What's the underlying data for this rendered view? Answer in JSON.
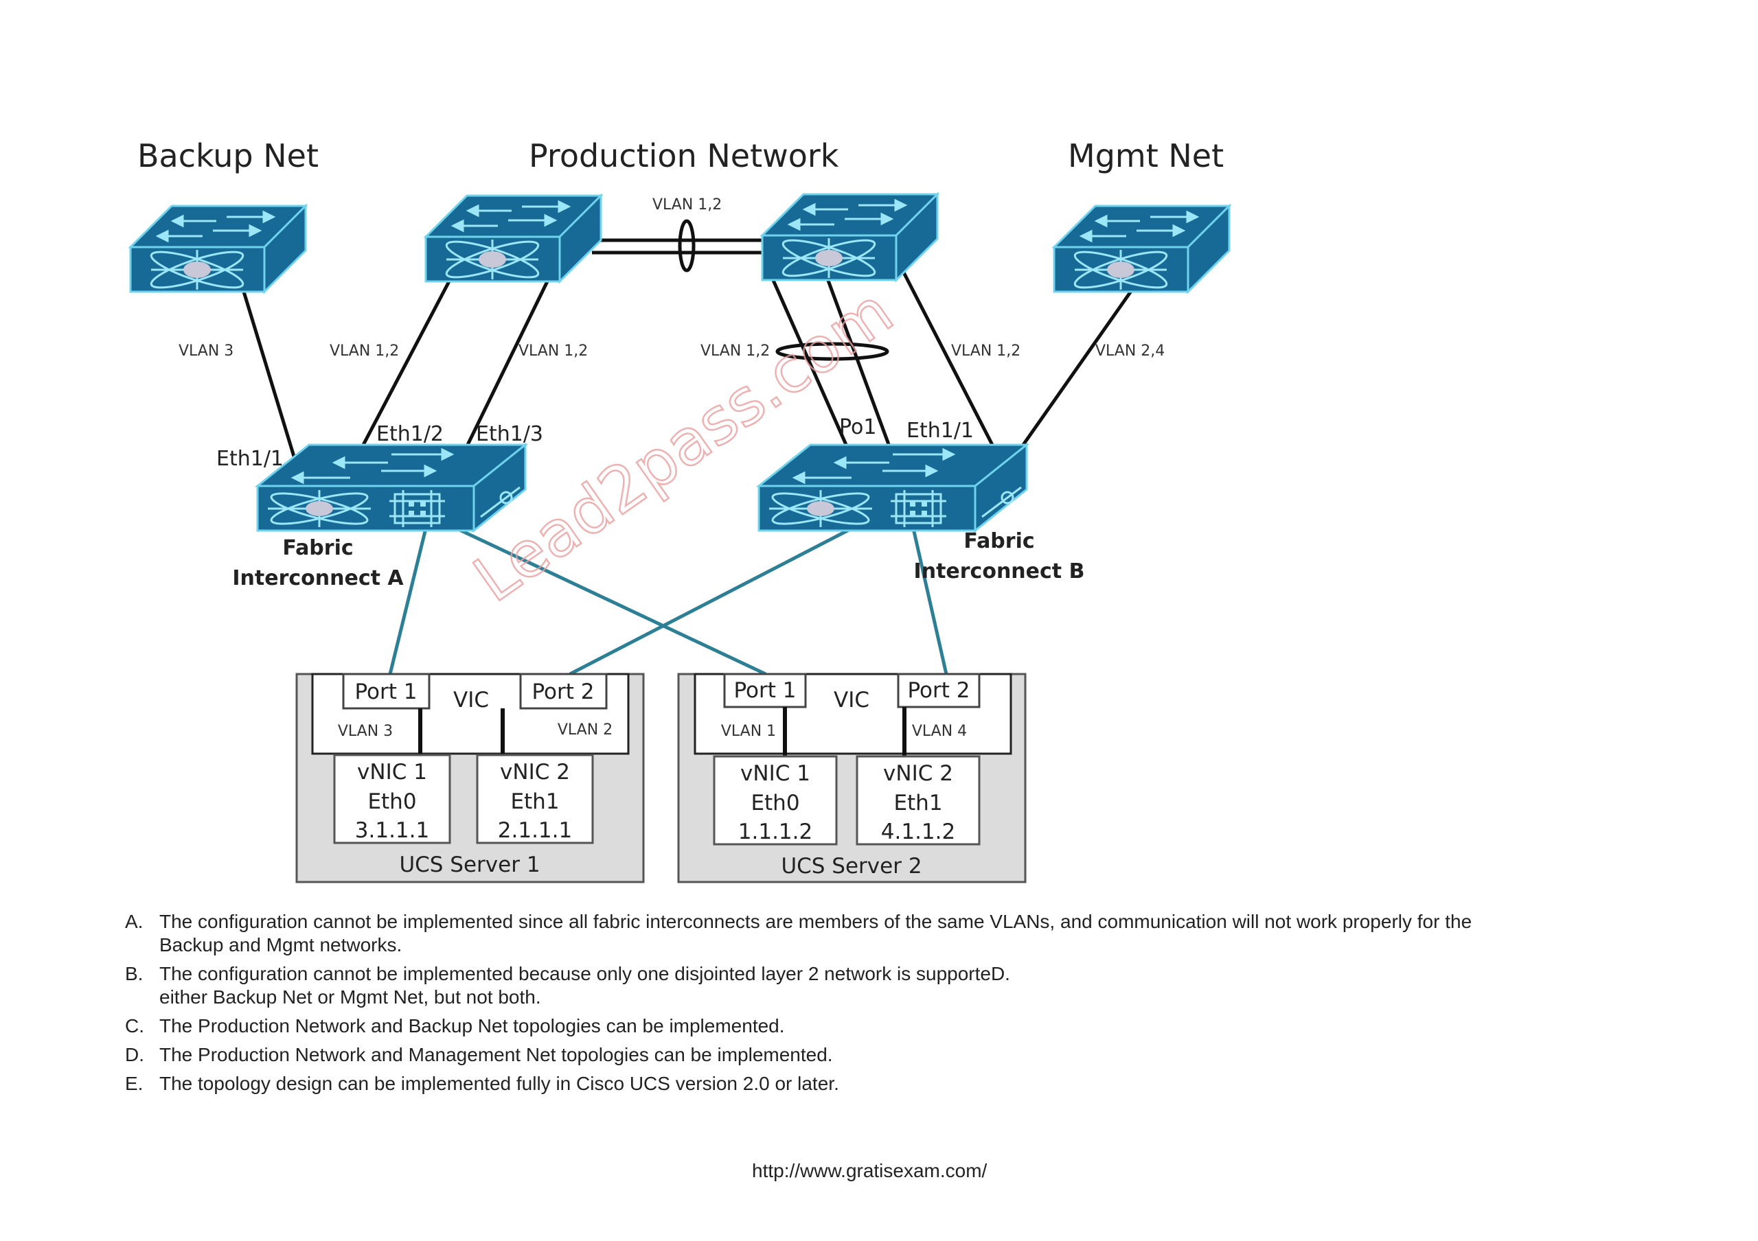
{
  "diagram": {
    "titles": {
      "backup": "Backup Net",
      "production": "Production Network",
      "mgmt": "Mgmt Net"
    },
    "links": {
      "upstream_trunk": "VLAN 1,2",
      "backup_to_fia": "VLAN 3",
      "prod1_to_fia_eth12": "VLAN 1,2",
      "prod1_to_fia_eth13": "VLAN 1,2",
      "prod2_to_fib_po1": "VLAN 1,2",
      "prod2_to_fib_eth11": "VLAN 1,2",
      "mgmt_to_fib": "VLAN 2,4"
    },
    "fabric_a": {
      "line1": "Fabric",
      "line2": "Interconnect A",
      "ports": [
        "Eth1/1",
        "Eth1/2",
        "Eth1/3"
      ]
    },
    "fabric_b": {
      "line1": "Fabric",
      "line2": "Interconnect B",
      "ports": [
        "Po1",
        "Eth1/1"
      ]
    },
    "servers": [
      {
        "name": "UCS Server 1",
        "vic": "VIC",
        "port1": "Port 1",
        "port2": "Port 2",
        "vlan_left": "VLAN 3",
        "vlan_right": "VLAN 2",
        "vnic1": {
          "name": "vNIC 1",
          "iface": "Eth0",
          "ip": "3.1.1.1"
        },
        "vnic2": {
          "name": "vNIC 2",
          "iface": "Eth1",
          "ip": "2.1.1.1"
        }
      },
      {
        "name": "UCS Server 2",
        "vic": "VIC",
        "port1": "Port 1",
        "port2": "Port 2",
        "vlan_left": "VLAN 1",
        "vlan_right": "VLAN 4",
        "vnic1": {
          "name": "vNIC 1",
          "iface": "Eth0",
          "ip": "1.1.1.2"
        },
        "vnic2": {
          "name": "vNIC 2",
          "iface": "Eth1",
          "ip": "4.1.1.2"
        }
      }
    ],
    "watermark": "Lead2pass.com",
    "colors": {
      "switch_body": "#176a96",
      "switch_edge": "#6fd3ee",
      "server_link": "#2c7f95",
      "server_bg": "#dcdcdc"
    }
  },
  "answers": [
    {
      "letter": "A.",
      "lines": [
        "The configuration cannot be implemented since all fabric interconnects are members of the same VLANs, and communication will not work properly for the",
        "Backup and Mgmt networks."
      ]
    },
    {
      "letter": "B.",
      "lines": [
        "The configuration cannot be implemented because only one disjointed layer 2 network is supporteD.",
        "either Backup Net or Mgmt Net, but not both."
      ]
    },
    {
      "letter": "C.",
      "lines": [
        "The Production Network and Backup Net topologies can be implemented."
      ]
    },
    {
      "letter": "D.",
      "lines": [
        "The Production Network and Management Net topologies can be implemented."
      ]
    },
    {
      "letter": "E.",
      "lines": [
        "The topology design can be implemented fully in Cisco UCS version 2.0 or later."
      ]
    }
  ],
  "footer": {
    "url": "http://www.gratisexam.com/"
  }
}
